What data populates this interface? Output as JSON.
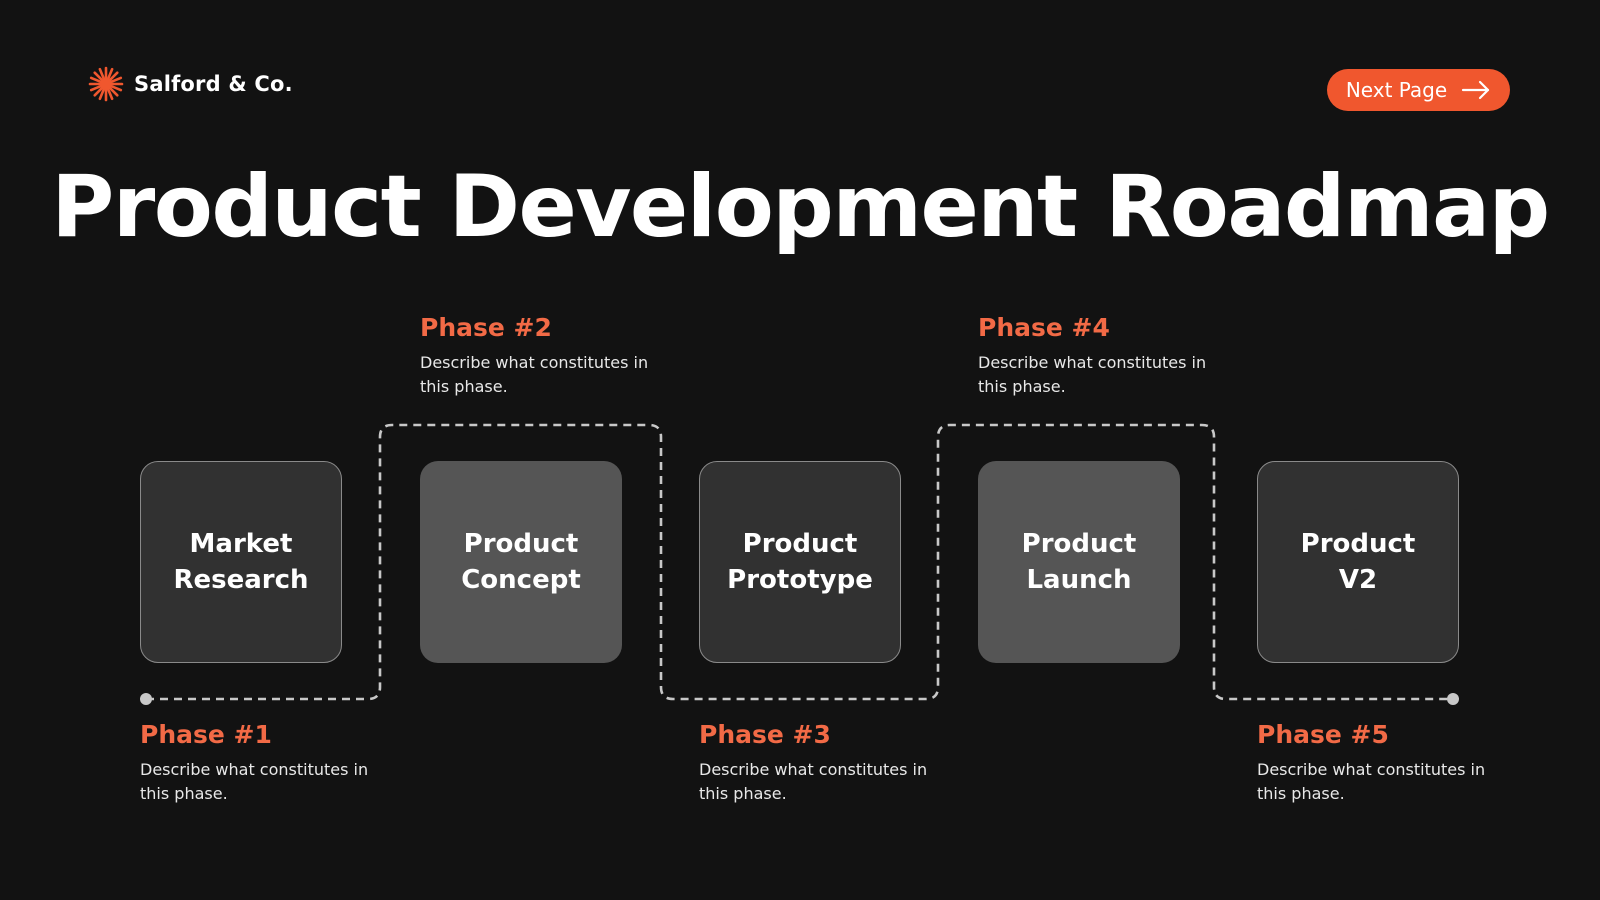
{
  "brand": {
    "name": "Salford & Co.",
    "icon": "sunburst-logo-icon",
    "accent_color": "#f0572e"
  },
  "nav": {
    "next_label": "Next Page",
    "next_icon": "arrow-right-icon"
  },
  "title": "Product Development Roadmap",
  "colors": {
    "background": "#121212",
    "accent": "#f0572e",
    "phase_title": "#f26a46",
    "box_dark": "#313131",
    "box_light": "#555555"
  },
  "steps": [
    {
      "label": "Market\nResearch",
      "phase_title": "Phase #1",
      "description": "Describe what constitutes in this phase."
    },
    {
      "label": "Product\nConcept",
      "phase_title": "Phase #2",
      "description": "Describe what constitutes in this phase."
    },
    {
      "label": "Product\nPrototype",
      "phase_title": "Phase #3",
      "description": "Describe what constitutes in this phase."
    },
    {
      "label": "Product\nLaunch",
      "phase_title": "Phase #4",
      "description": "Describe what constitutes in this phase."
    },
    {
      "label": "Product\nV2",
      "phase_title": "Phase #5",
      "description": "Describe what constitutes in this phase."
    }
  ]
}
